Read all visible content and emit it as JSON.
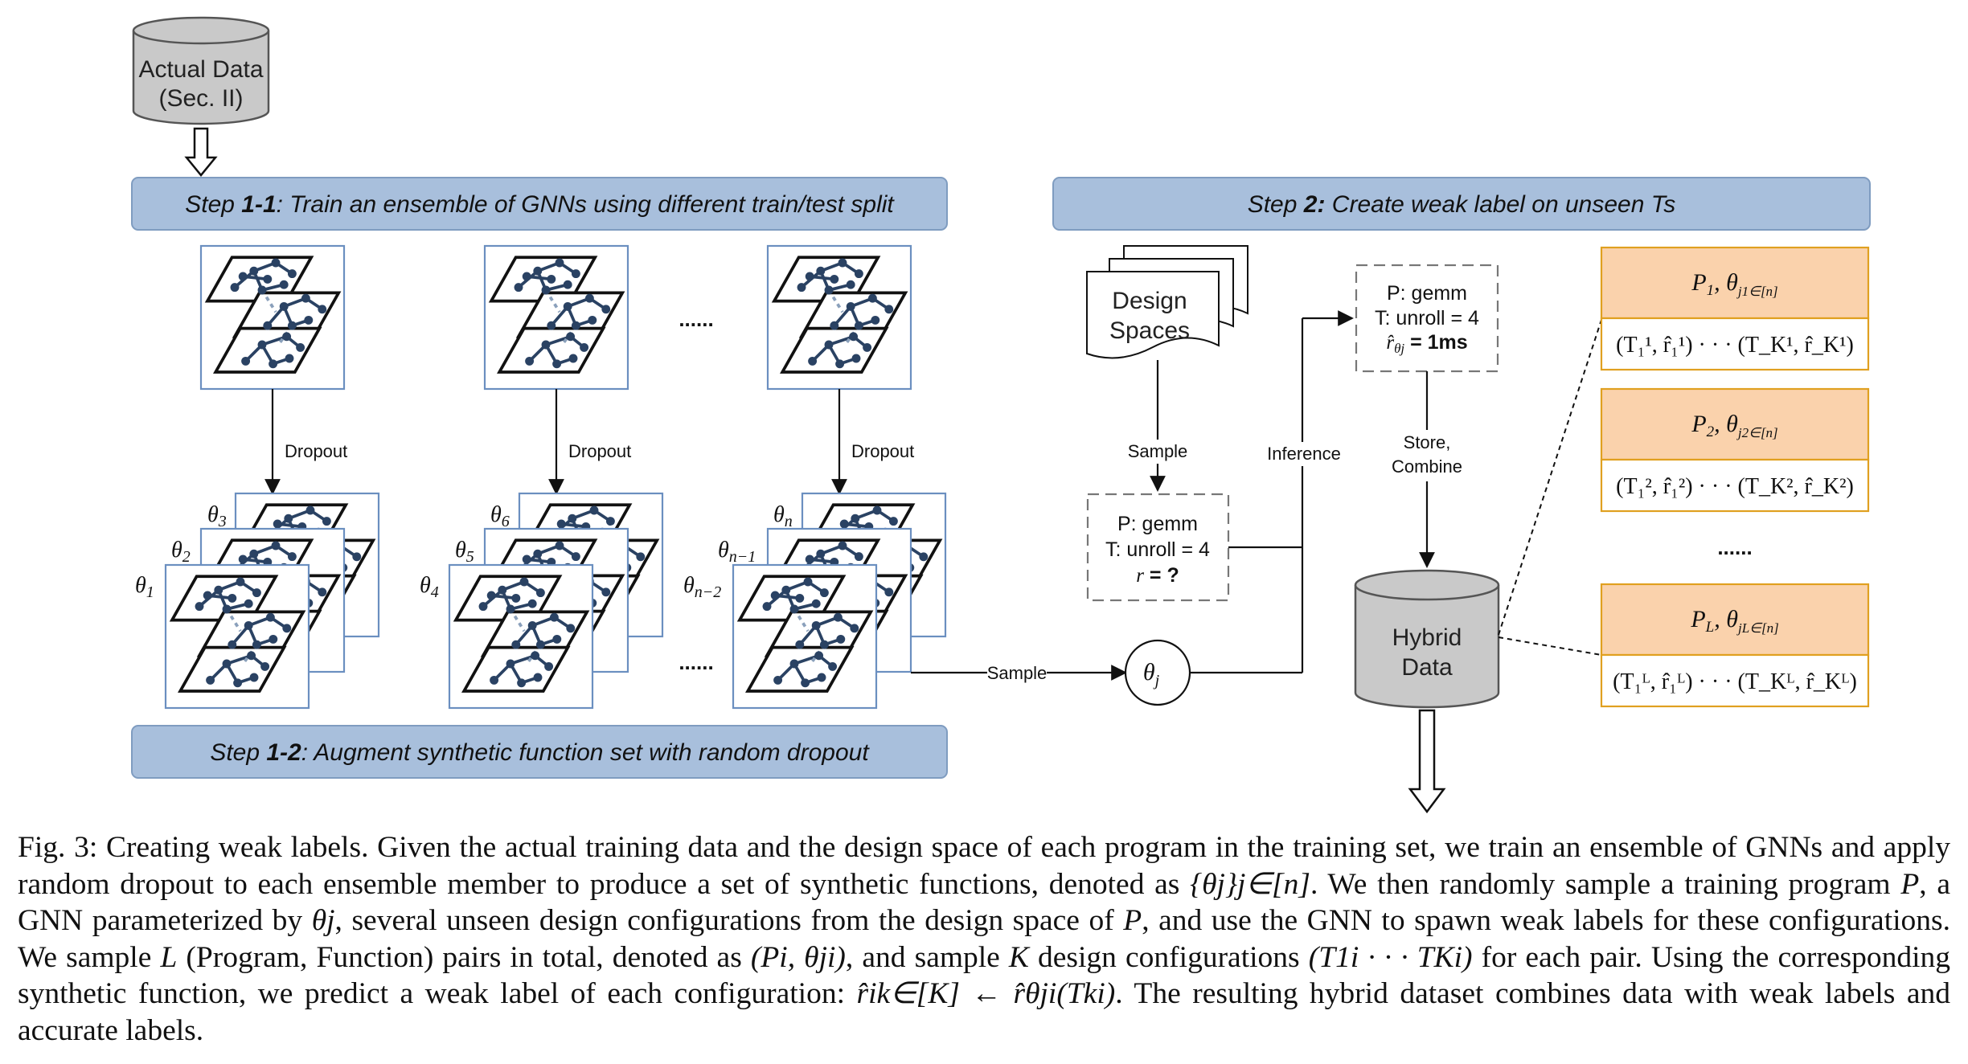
{
  "figure": {
    "actual_data": {
      "line1": "Actual Data",
      "line2": "(Sec. II)"
    },
    "step11": {
      "prefix": "Step ",
      "bold": "1-1",
      "text": ": Train an ensemble of GNNs using different train/test split"
    },
    "step12": {
      "prefix": "Step ",
      "bold": "1-2",
      "text": ": Augment synthetic function set with random dropout"
    },
    "step2": {
      "prefix": "Step ",
      "bold": "2:",
      "text": " Create weak label on unseen Ts"
    },
    "ellipsis": "......",
    "dropout": "Dropout",
    "theta_labels": {
      "g1": [
        "θ",
        "3",
        "θ",
        "2",
        "θ",
        "1"
      ],
      "g2": [
        "θ",
        "6",
        "θ",
        "5",
        "θ",
        "4"
      ],
      "g3": [
        "θ",
        "n",
        "θ",
        "n−1",
        "θ",
        "n−2"
      ]
    },
    "design_spaces": {
      "line1": "Design",
      "line2": "Spaces"
    },
    "sample": "Sample",
    "inference": "Inference",
    "query_box": {
      "p": "P: gemm",
      "t": "T: unroll = 4",
      "r_sym": "r",
      "r_val": " = ?"
    },
    "pred_box": {
      "p": "P: gemm",
      "t": "T: unroll = 4",
      "r_sym": "r̂",
      "r_sub": "θj",
      "r_val": " = 1ms"
    },
    "store": {
      "line1": "Store,",
      "line2": "Combine"
    },
    "theta_j": {
      "sym": "θ",
      "sub": "j"
    },
    "hybrid": {
      "line1": "Hybrid",
      "line2": "Data"
    },
    "pairs": [
      {
        "head_sym": "P",
        "head_sub": "1",
        "head_theta": ", θ",
        "head_theta_sub": "j1∈[n]",
        "body": "(T₁¹, r̂₁¹) · · · (T_K¹, r̂_K¹)"
      },
      {
        "head_sym": "P",
        "head_sub": "2",
        "head_theta": ", θ",
        "head_theta_sub": "j2∈[n]",
        "body": "(T₁², r̂₁²) · · · (T_K², r̂_K²)"
      },
      {
        "head_sym": "P",
        "head_sub": "L",
        "head_theta": ", θ",
        "head_theta_sub": "jL∈[n]",
        "body": "(T₁ᴸ, r̂₁ᴸ) · · · (T_Kᴸ, r̂_Kᴸ)"
      }
    ],
    "colors": {
      "step_fill": "#a8bfdc",
      "step_stroke": "#7f9cc0",
      "cyl_fill": "#c9c9c9",
      "cyl_stroke": "#555555",
      "pair_head_fill": "#fad2ac",
      "pair_stroke": "#e0a020",
      "node": "#2a4263"
    }
  },
  "caption": {
    "s1": "Fig. 3: Creating weak labels. Given the actual training data and the design space of each program in the training set, we train an ensemble of GNNs and apply random dropout to each ensemble member to produce a set of synthetic functions, denoted as ",
    "m1": "{θj}j∈[n]",
    "s2": ". We then randomly sample a training program ",
    "m2": "P",
    "s3": ", a GNN parameterized by ",
    "m3": "θj",
    "s4": ", several unseen design configurations from the design space of ",
    "m4": "P",
    "s5": ", and use the GNN to spawn weak labels for these configurations. We sample ",
    "m5": "L",
    "s6": " (Program, Function) pairs in total, denoted as ",
    "m6": "(Pi, θji)",
    "s7": ", and sample ",
    "m7": "K",
    "s8": " design configurations ",
    "m8": "(T1i · · · TKi)",
    "s9": " for each pair. Using the corresponding synthetic function, we predict a weak label of each configuration: ",
    "m9": "r̂ik∈[K] ← r̂θji(Tki)",
    "s10": ". The resulting hybrid dataset combines data with weak labels and accurate labels."
  }
}
